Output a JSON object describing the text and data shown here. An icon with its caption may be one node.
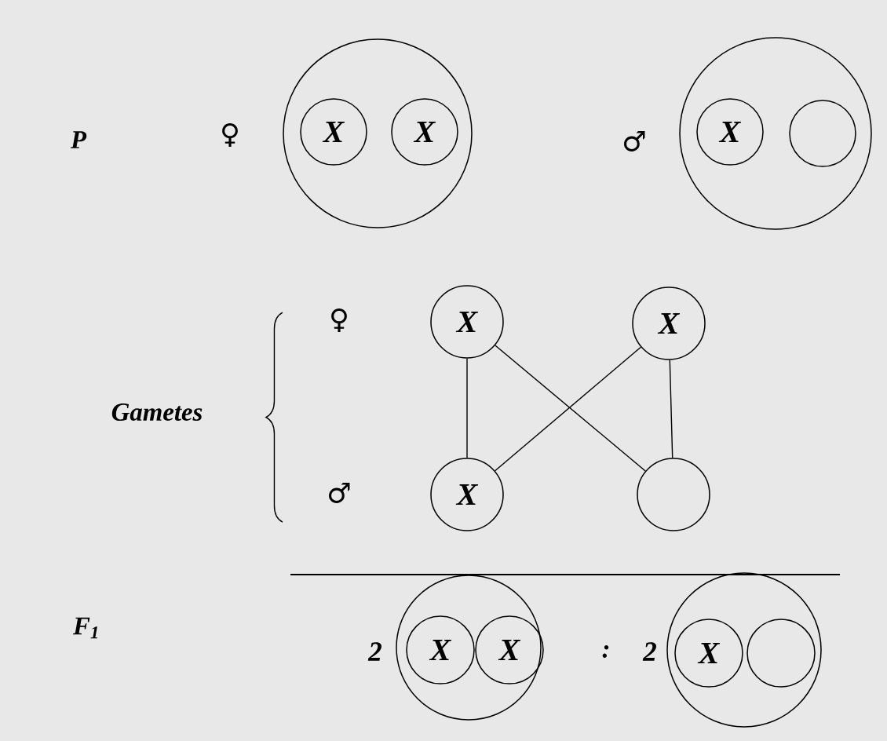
{
  "diagram": {
    "nodes": [
      {
        "text": [],
        "shape": "circle",
        "beside": [
          "♀"
        ]
      },
      {
        "text": [
          "X"
        ],
        "in": 0
      },
      {
        "text": [
          "X"
        ],
        "in": 0
      },
      {
        "text": [],
        "shape": "circle",
        "beside": [
          "♂"
        ]
      },
      {
        "text": [
          "X"
        ],
        "in": 3
      },
      {
        "text": [],
        "shape": "circle",
        "in": 3
      },
      {
        "text": [
          "X"
        ]
      },
      {
        "text": [
          "X"
        ]
      },
      {
        "text": [
          "X"
        ]
      },
      {
        "text": [],
        "shape": "circle"
      },
      {
        "text": [],
        "shape": "circle",
        "beside": [
          "2"
        ]
      },
      {
        "text": [
          "X"
        ],
        "in": 10
      },
      {
        "text": [
          "X"
        ],
        "in": 10
      },
      {
        "text": [],
        "shape": "circle",
        "beside": [
          "2"
        ]
      },
      {
        "text": [
          "X"
        ],
        "in": 13
      },
      {
        "text": [],
        "shape": "circle",
        "in": 13
      }
    ],
    "edges": [
      {
        "from": 6,
        "to": 8,
        "arrow": "none"
      },
      {
        "from": 6,
        "to": 9,
        "arrow": "none"
      },
      {
        "from": 7,
        "to": 8,
        "arrow": "none"
      },
      {
        "from": 7,
        "to": 9,
        "arrow": "none"
      }
    ],
    "labels": [
      "P",
      "♀",
      "Gametes",
      "♂",
      "F$_{1}$",
      ":"
    ]
  }
}
